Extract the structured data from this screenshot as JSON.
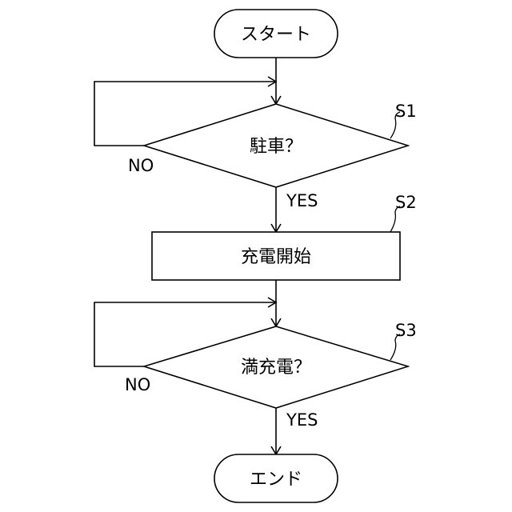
{
  "flowchart": {
    "start": "スタート",
    "decision_parked": "駐車？",
    "process_charge": "充電開始",
    "decision_full": "満充電？",
    "end": "エンド",
    "step_s1": "S1",
    "step_s2": "S2",
    "step_s3": "S3",
    "yes_1": "YES",
    "no_1": "NO",
    "yes_2": "YES",
    "no_2": "NO"
  }
}
